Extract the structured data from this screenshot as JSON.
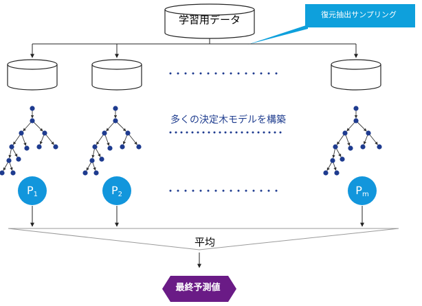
{
  "training_data": {
    "label": "学習用データ"
  },
  "callout": {
    "label": "復元抽出サンプリング",
    "color": "#0ea0dc"
  },
  "build_models": {
    "label": "多くの決定木モデルを構築"
  },
  "predictions": [
    {
      "base": "P",
      "sub": "1"
    },
    {
      "base": "P",
      "sub": "2"
    },
    {
      "base": "P",
      "sub": "m"
    }
  ],
  "average": {
    "label": "平均"
  },
  "final": {
    "label": "最終予測値",
    "color": "#6a1b86"
  },
  "colors": {
    "circle": "#1296dc",
    "node": "#1e3b8f",
    "dots": "#1e3b8f"
  }
}
